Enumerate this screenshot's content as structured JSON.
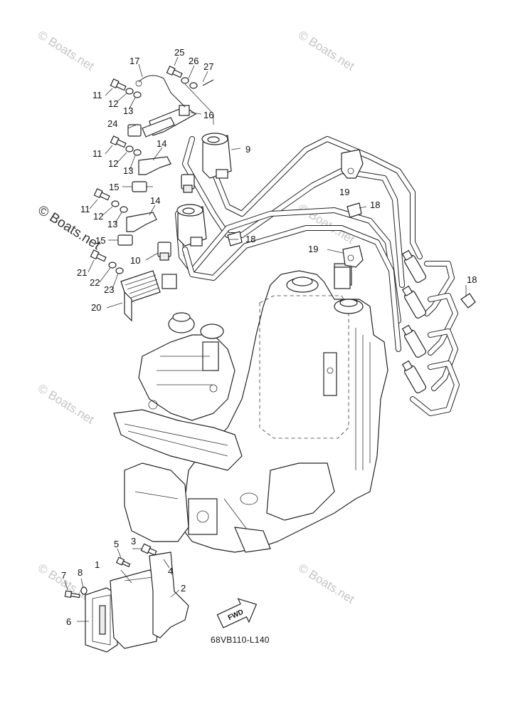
{
  "diagram": {
    "drawing_number": "68VB110-L140",
    "fwd_label": "FWD",
    "watermark": "Boats.net",
    "watermark_symbol": "©",
    "callouts": {
      "c1": "1",
      "c2": "2",
      "c3": "3",
      "c4": "4",
      "c5": "5",
      "c6": "6",
      "c7": "7",
      "c8": "8",
      "c9": "9",
      "c10": "10",
      "c11a": "11",
      "c11b": "11",
      "c11c": "11",
      "c12a": "12",
      "c12b": "12",
      "c12c": "12",
      "c13a": "13",
      "c13b": "13",
      "c13c": "13",
      "c14a": "14",
      "c14b": "14",
      "c15a": "15",
      "c15b": "15",
      "c16": "16",
      "c17": "17",
      "c18a": "18",
      "c18b": "18",
      "c18c": "18",
      "c19a": "19",
      "c19b": "19",
      "c20": "20",
      "c21": "21",
      "c22": "22",
      "c23": "23",
      "c24": "24",
      "c25": "25",
      "c26": "26",
      "c27": "27"
    }
  }
}
